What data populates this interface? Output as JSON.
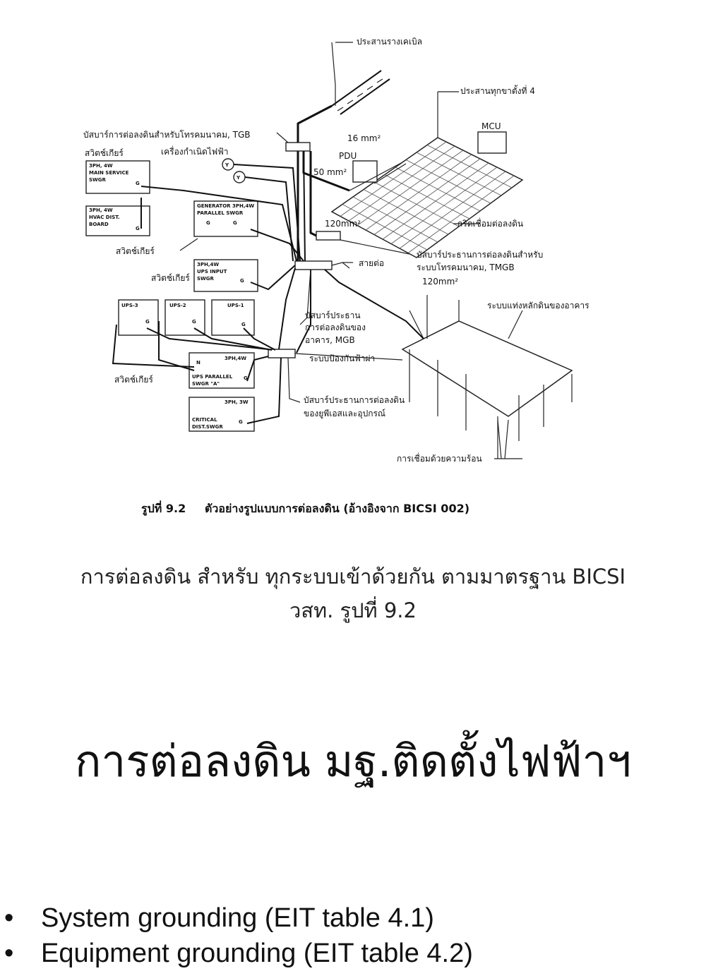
{
  "diagram": {
    "labels": {
      "cable_tray_bond": "ประสานรางเคเบิล",
      "every_fourth_leg": "ประสานทุกขาตั้งที่ 4",
      "tgb": "บัสบาร์การต่อลงดินสำหรับโทรคมนาคม, TGB",
      "switchgear_top": "สวิตช์เกียร์",
      "generator": "เครื่องกำเนิดไฟฟ้า",
      "size_16": "16 mm²",
      "mcu": "MCU",
      "pdu": "PDU",
      "size_50": "50 mm²",
      "size_120_a": "120mm²",
      "grid_bond": "กริดเชื่อมต่อลงดิน",
      "switchgear_mid": "สวิตช์เกียร์",
      "switchgear_ups": "สวิตช์เกียร์",
      "tmgb": "บัสบาร์ประธานการต่อลงดินสำหรับ",
      "tmgb2": "ระบบโทรคมนาคม, TMGB",
      "conductor": "สายต่อ",
      "size_120_b": "120mm²",
      "ground_rod_system": "ระบบแท่งหลักดินของอาคาร",
      "mgb1": "บัสบาร์ประธาน",
      "mgb2": "การต่อลงดินของ",
      "mgb3": "อาคาร, MGB",
      "lightning": "ระบบป้องกันฟ้าผ่า",
      "switchgear_low": "สวิตช์เกียร์",
      "ups_bus1": "บัสบาร์ประธานการต่อลงดิน",
      "ups_bus2": "ของยูพีเอสและอุปกรณ์",
      "exothermic": "การเชื่อมด้วยความร้อน",
      "caption_num": "รูปที่ 9.2",
      "caption_text": "ตัวอย่างรูปแบบการต่อลงดิน (อ้างอิงจาก BICSI 002)"
    },
    "boxes": {
      "main_service_1": "3PH, 4W",
      "main_service_2": "MAIN SERVICE",
      "main_service_3": "SWGR",
      "hvac_1": "3PH, 4W",
      "hvac_2": "HVAC DIST.",
      "hvac_3": "BOARD",
      "gen_1": "GENERATOR  3PH,4W",
      "gen_2": "PARALLEL SWGR",
      "ups_input_1": "3PH,4W",
      "ups_input_2": "UPS INPUT",
      "ups_input_3": "SWGR",
      "ups3": "UPS-3",
      "ups2": "UPS-2",
      "ups1": "UPS-1",
      "ups_par_1": "3PH,4W",
      "ups_par_2": "UPS PARALLEL",
      "ups_par_3": "SWGR \"A\"",
      "crit_1": "3PH, 3W",
      "crit_2": "CRITICAL",
      "crit_3": "DIST.SWGR",
      "g": "G",
      "n": "N",
      "y": "Y"
    }
  },
  "note": {
    "line1": "การต่อลงดิน สำหรับ ทุกระบบเข้าด้วยกัน ตามมาตรฐาน BICSI",
    "line2": "วสท. รูปที่ 9.2"
  },
  "heading": "การต่อลงดิน มฐ.ติดตั้งไฟฟ้าฯ",
  "bullets": [
    "System grounding (EIT table 4.1)",
    "Equipment grounding (EIT table 4.2)"
  ]
}
